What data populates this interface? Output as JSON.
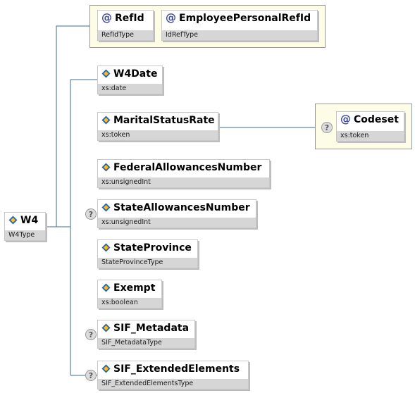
{
  "root": {
    "name": "W4",
    "type": "W4Type"
  },
  "attributes": [
    {
      "name": "RefId",
      "type": "RefIdType"
    },
    {
      "name": "EmployeePersonalRefId",
      "type": "IdRefType"
    }
  ],
  "elements": [
    {
      "name": "W4Date",
      "type": "xs:date"
    },
    {
      "name": "MaritalStatusRate",
      "type": "xs:token"
    },
    {
      "name": "FederalAllowancesNumber",
      "type": "xs:unsignedInt"
    },
    {
      "name": "StateAllowancesNumber",
      "type": "xs:unsignedInt"
    },
    {
      "name": "StateProvince",
      "type": "StateProvinceType"
    },
    {
      "name": "Exempt",
      "type": "xs:boolean"
    },
    {
      "name": "SIF_Metadata",
      "type": "SIF_MetadataType"
    },
    {
      "name": "SIF_ExtendedElements",
      "type": "SIF_ExtendedElementsType"
    }
  ],
  "child_attribute": {
    "name": "Codeset",
    "type": "xs:token"
  },
  "optional_marker": "?"
}
